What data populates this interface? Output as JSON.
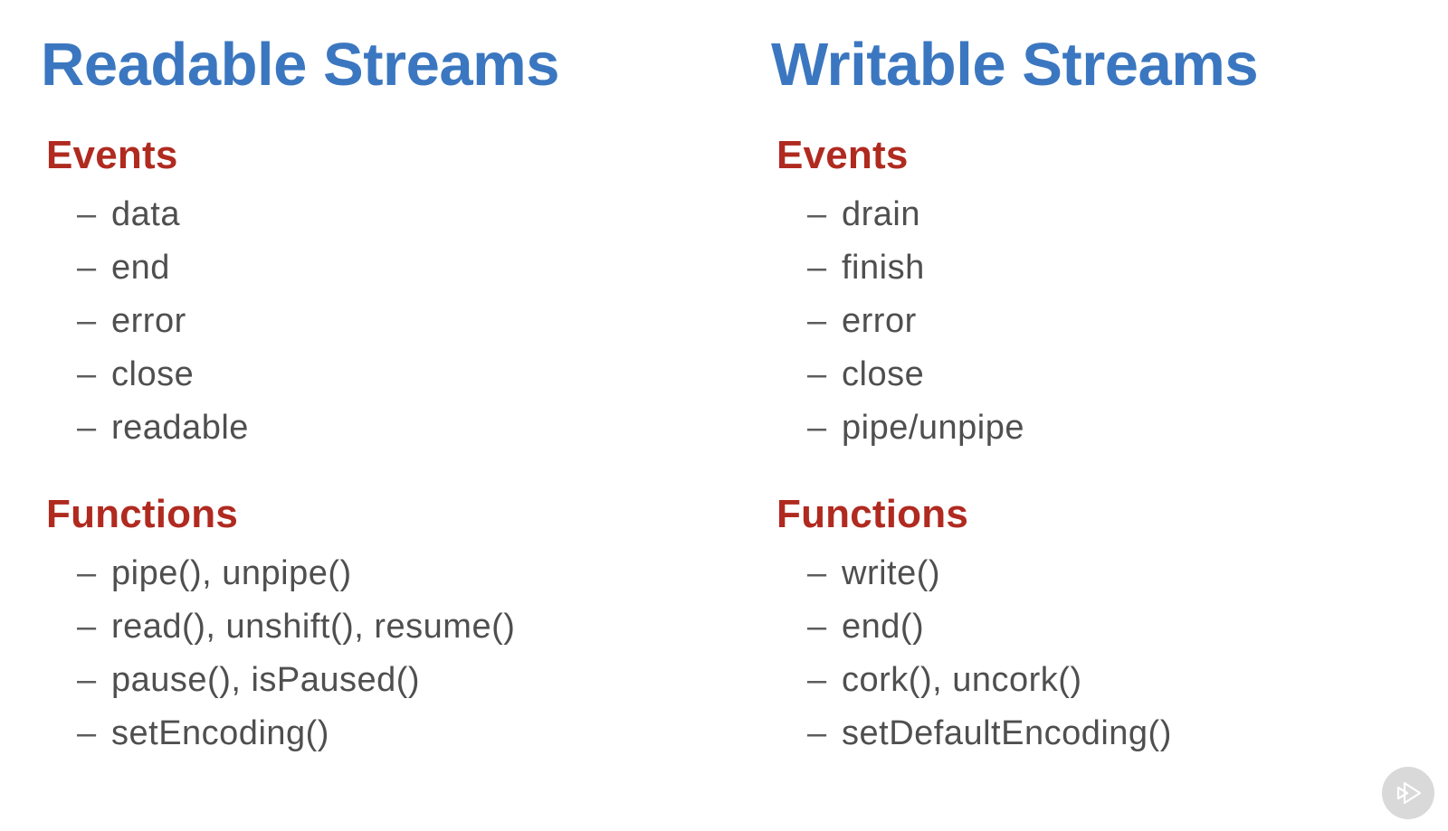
{
  "slide": {
    "background": "#ffffff"
  },
  "colors": {
    "title_blue": "#3b77c0",
    "heading_red": "#b02a20",
    "body_gray": "#4f4f4f",
    "badge_bg": "#d9d9d9",
    "badge_glyph": "#ffffff"
  },
  "bullet": "–",
  "columns": [
    {
      "title": "Readable Streams",
      "sections": [
        {
          "heading": "Events",
          "items": [
            "data",
            "end",
            "error",
            "close",
            "readable"
          ]
        },
        {
          "heading": "Functions",
          "items": [
            "pipe(), unpipe()",
            "read(), unshift(), resume()",
            "pause(), isPaused()",
            "setEncoding()"
          ]
        }
      ]
    },
    {
      "title": "Writable Streams",
      "sections": [
        {
          "heading": "Events",
          "items": [
            "drain",
            "finish",
            "error",
            "close",
            "pipe/unpipe"
          ]
        },
        {
          "heading": "Functions",
          "items": [
            "write()",
            "end()",
            "cork(), uncork()",
            "setDefaultEncoding()"
          ]
        }
      ]
    }
  ],
  "watermark": {
    "name": "pluralsight-play-icon"
  }
}
